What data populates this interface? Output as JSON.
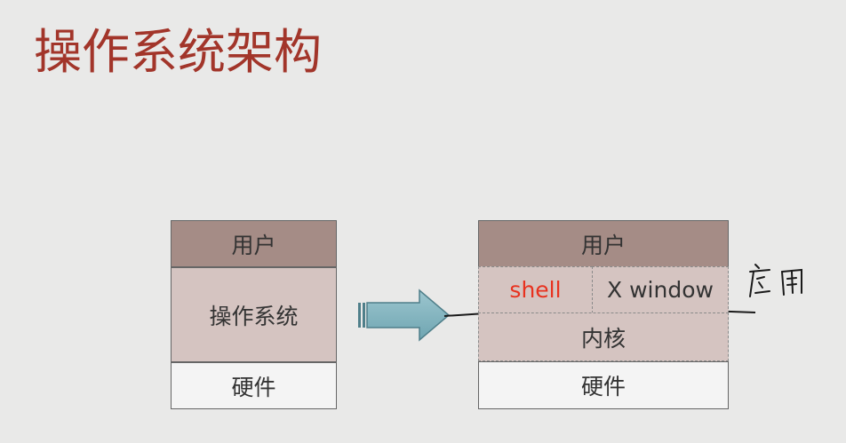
{
  "title": "操作系统架构",
  "left_stack": {
    "user": "用户",
    "os": "操作系统",
    "hardware": "硬件"
  },
  "right_stack": {
    "user": "用户",
    "shell": "shell",
    "xwindow": "X window",
    "kernel": "内核",
    "hardware": "硬件"
  },
  "annotation": "应用",
  "colors": {
    "title": "#a2352a",
    "user_layer": "#a58c86",
    "os_layer": "#d5c4c1",
    "hardware_layer": "#f4f4f4",
    "shell_text": "#e8321f",
    "arrow": "#7fb2bd"
  }
}
